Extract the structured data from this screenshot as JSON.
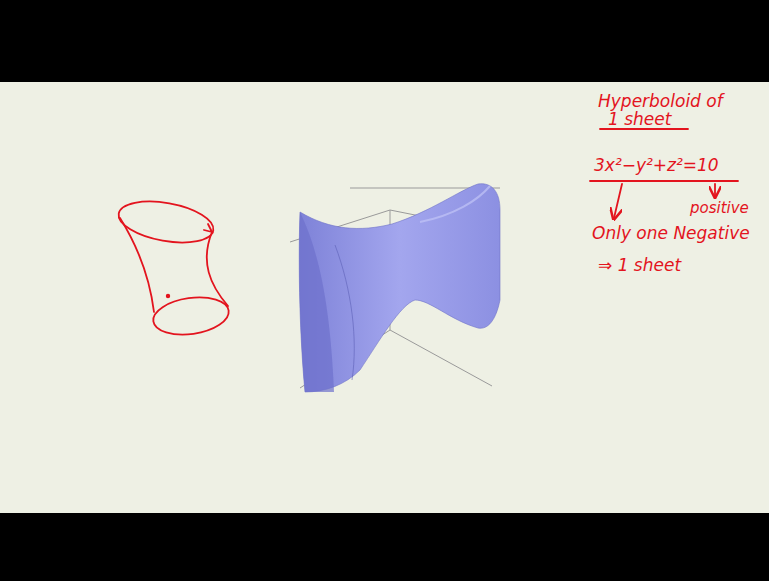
{
  "diagram": {
    "labels": [
      "Hyperboloid of",
      "1 sheet",
      "3x²−y²+z²=10",
      "positive",
      "Only one Negative",
      "⇒ 1 sheet"
    ]
  }
}
